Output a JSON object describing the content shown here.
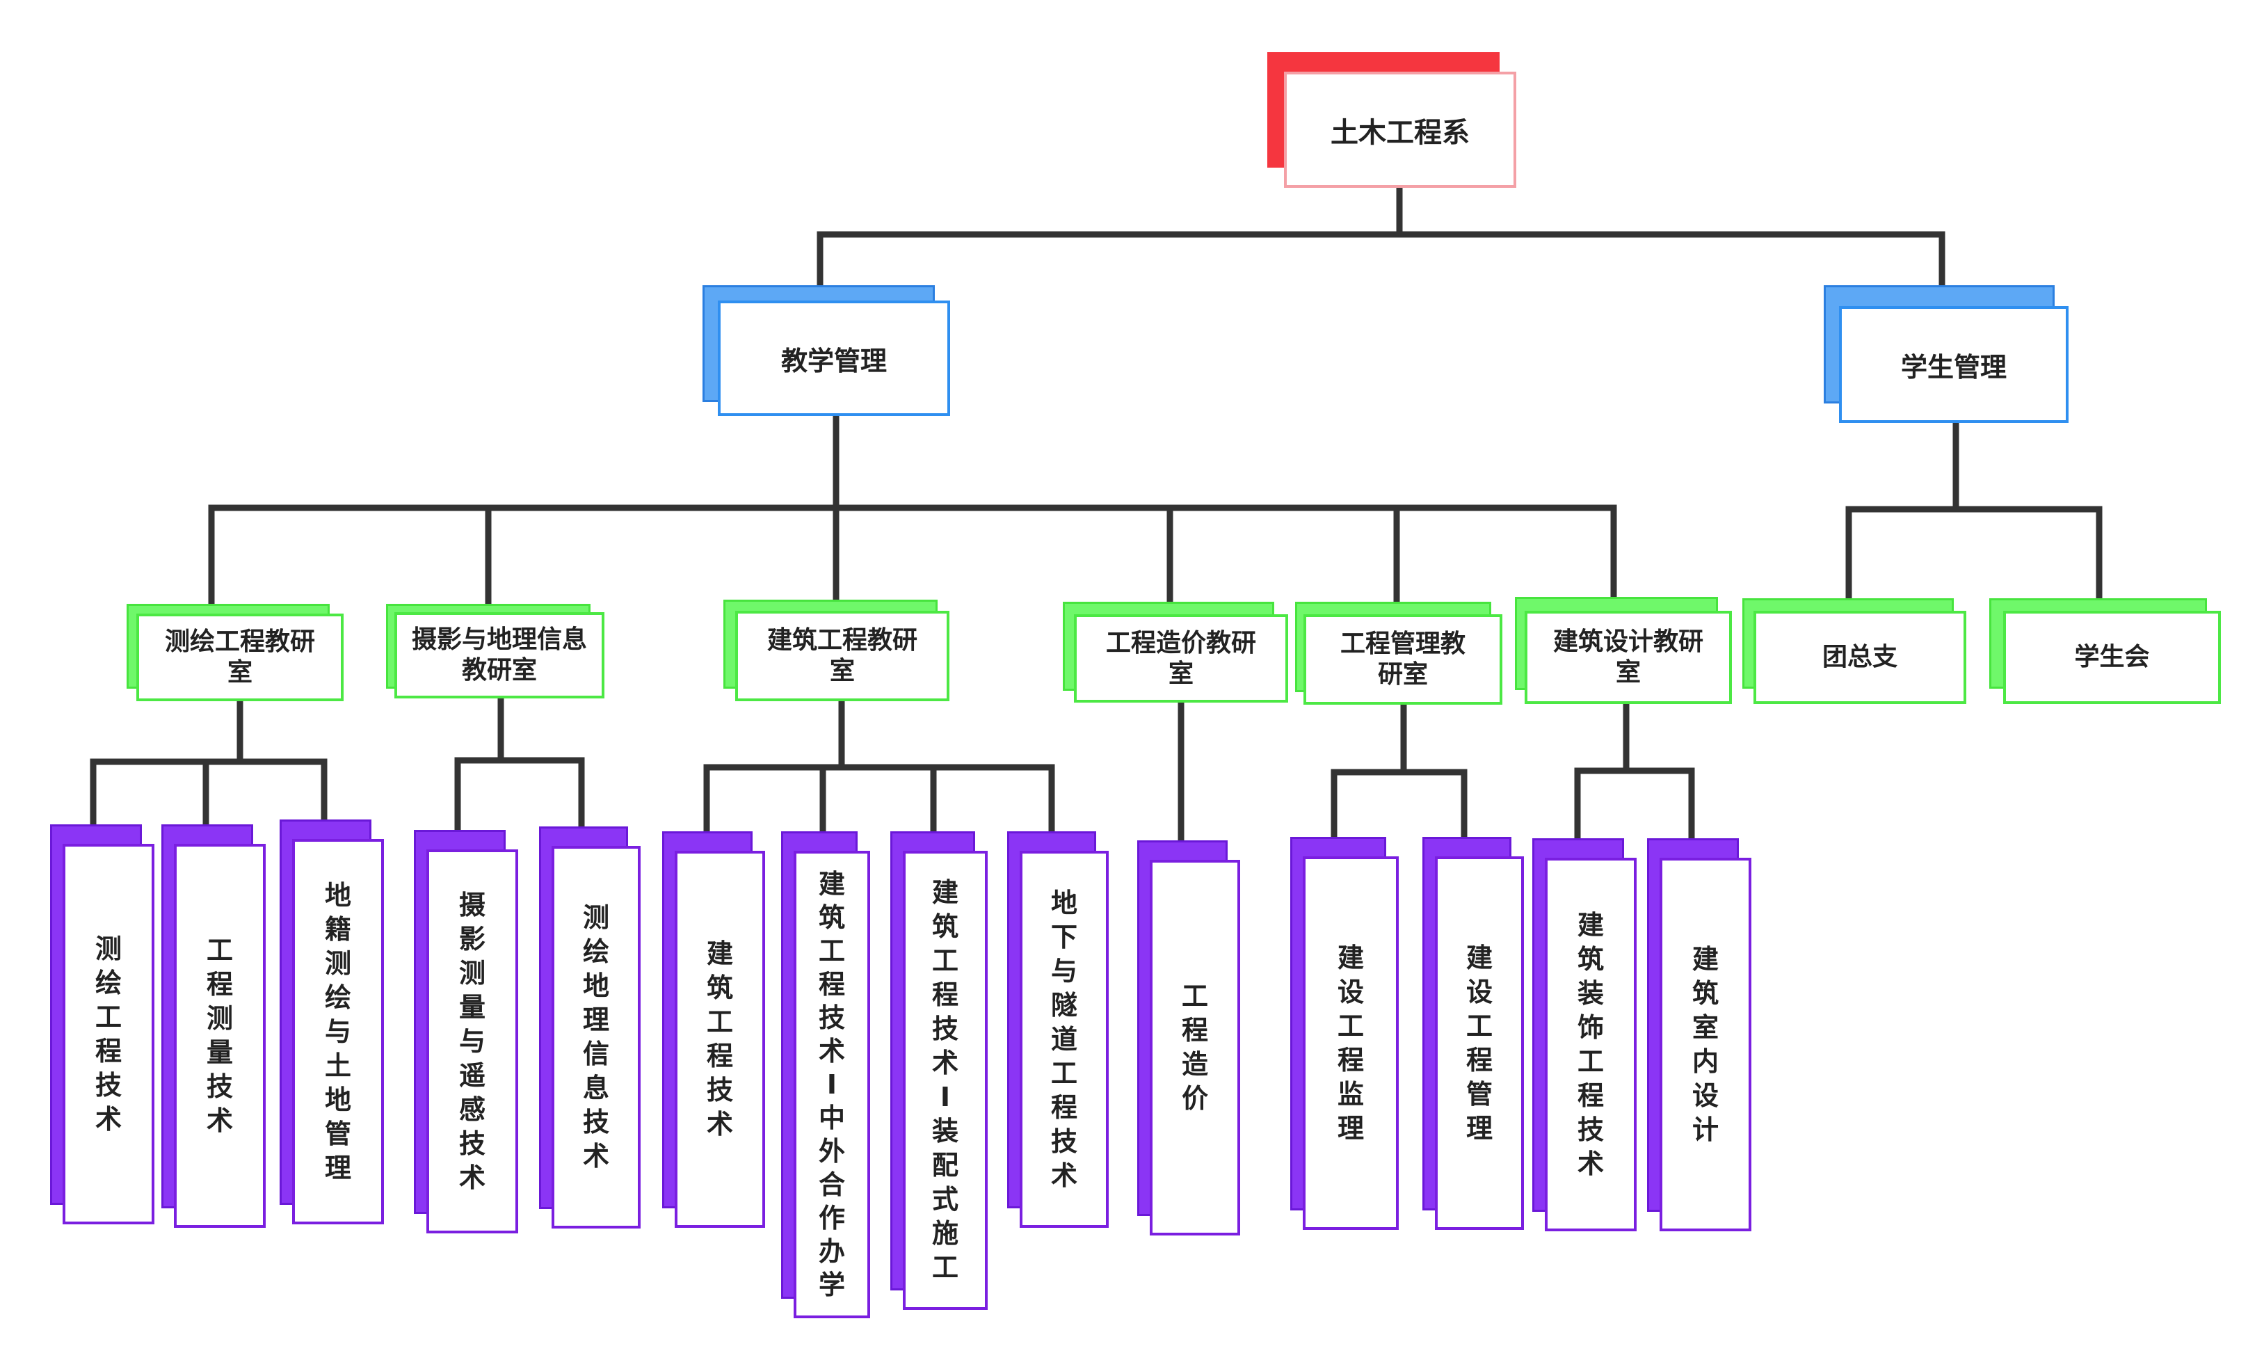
{
  "colors": {
    "root_accent": "#f5363f",
    "level1_accent": "#2f8ff0",
    "level2_accent": "#4ce844",
    "level3_accent": "#7a1fe0",
    "connector": "#333333"
  },
  "root": {
    "label": "土木工程系"
  },
  "level1": [
    {
      "id": "teaching",
      "label": "教学管理"
    },
    {
      "id": "student",
      "label": "学生管理"
    }
  ],
  "level2": [
    {
      "id": "survey",
      "label": "测绘工程教研室",
      "parent": "teaching"
    },
    {
      "id": "photo",
      "label": "摄影与地理信息教研室",
      "parent": "teaching"
    },
    {
      "id": "build",
      "label": "建筑工程教研室",
      "parent": "teaching"
    },
    {
      "id": "cost",
      "label": "工程造价教研室",
      "parent": "teaching"
    },
    {
      "id": "mgmt",
      "label": "工程管理教研室",
      "parent": "teaching"
    },
    {
      "id": "design",
      "label": "建筑设计教研室",
      "parent": "teaching"
    },
    {
      "id": "league",
      "label": "团总支",
      "parent": "student"
    },
    {
      "id": "union",
      "label": "学生会",
      "parent": "student"
    }
  ],
  "level3": [
    {
      "label": "测绘工程技术",
      "parent": "survey"
    },
    {
      "label": "工程测量技术",
      "parent": "survey"
    },
    {
      "label": "地籍测绘与土地管理",
      "parent": "survey"
    },
    {
      "label": "摄影测量与遥感技术",
      "parent": "photo"
    },
    {
      "label": "测绘地理信息技术",
      "parent": "photo"
    },
    {
      "label": "建筑工程技术",
      "parent": "build"
    },
    {
      "label": "建筑工程技术I中外合作办学",
      "parent": "build"
    },
    {
      "label": "建筑工程技术I装配式施工",
      "parent": "build"
    },
    {
      "label": "地下与隧道工程技术",
      "parent": "build"
    },
    {
      "label": "工程造价",
      "parent": "cost"
    },
    {
      "label": "建设工程监理",
      "parent": "mgmt"
    },
    {
      "label": "建设工程管理",
      "parent": "mgmt"
    },
    {
      "label": "建筑装饰工程技术",
      "parent": "design"
    },
    {
      "label": "建筑室内设计",
      "parent": "design"
    }
  ]
}
